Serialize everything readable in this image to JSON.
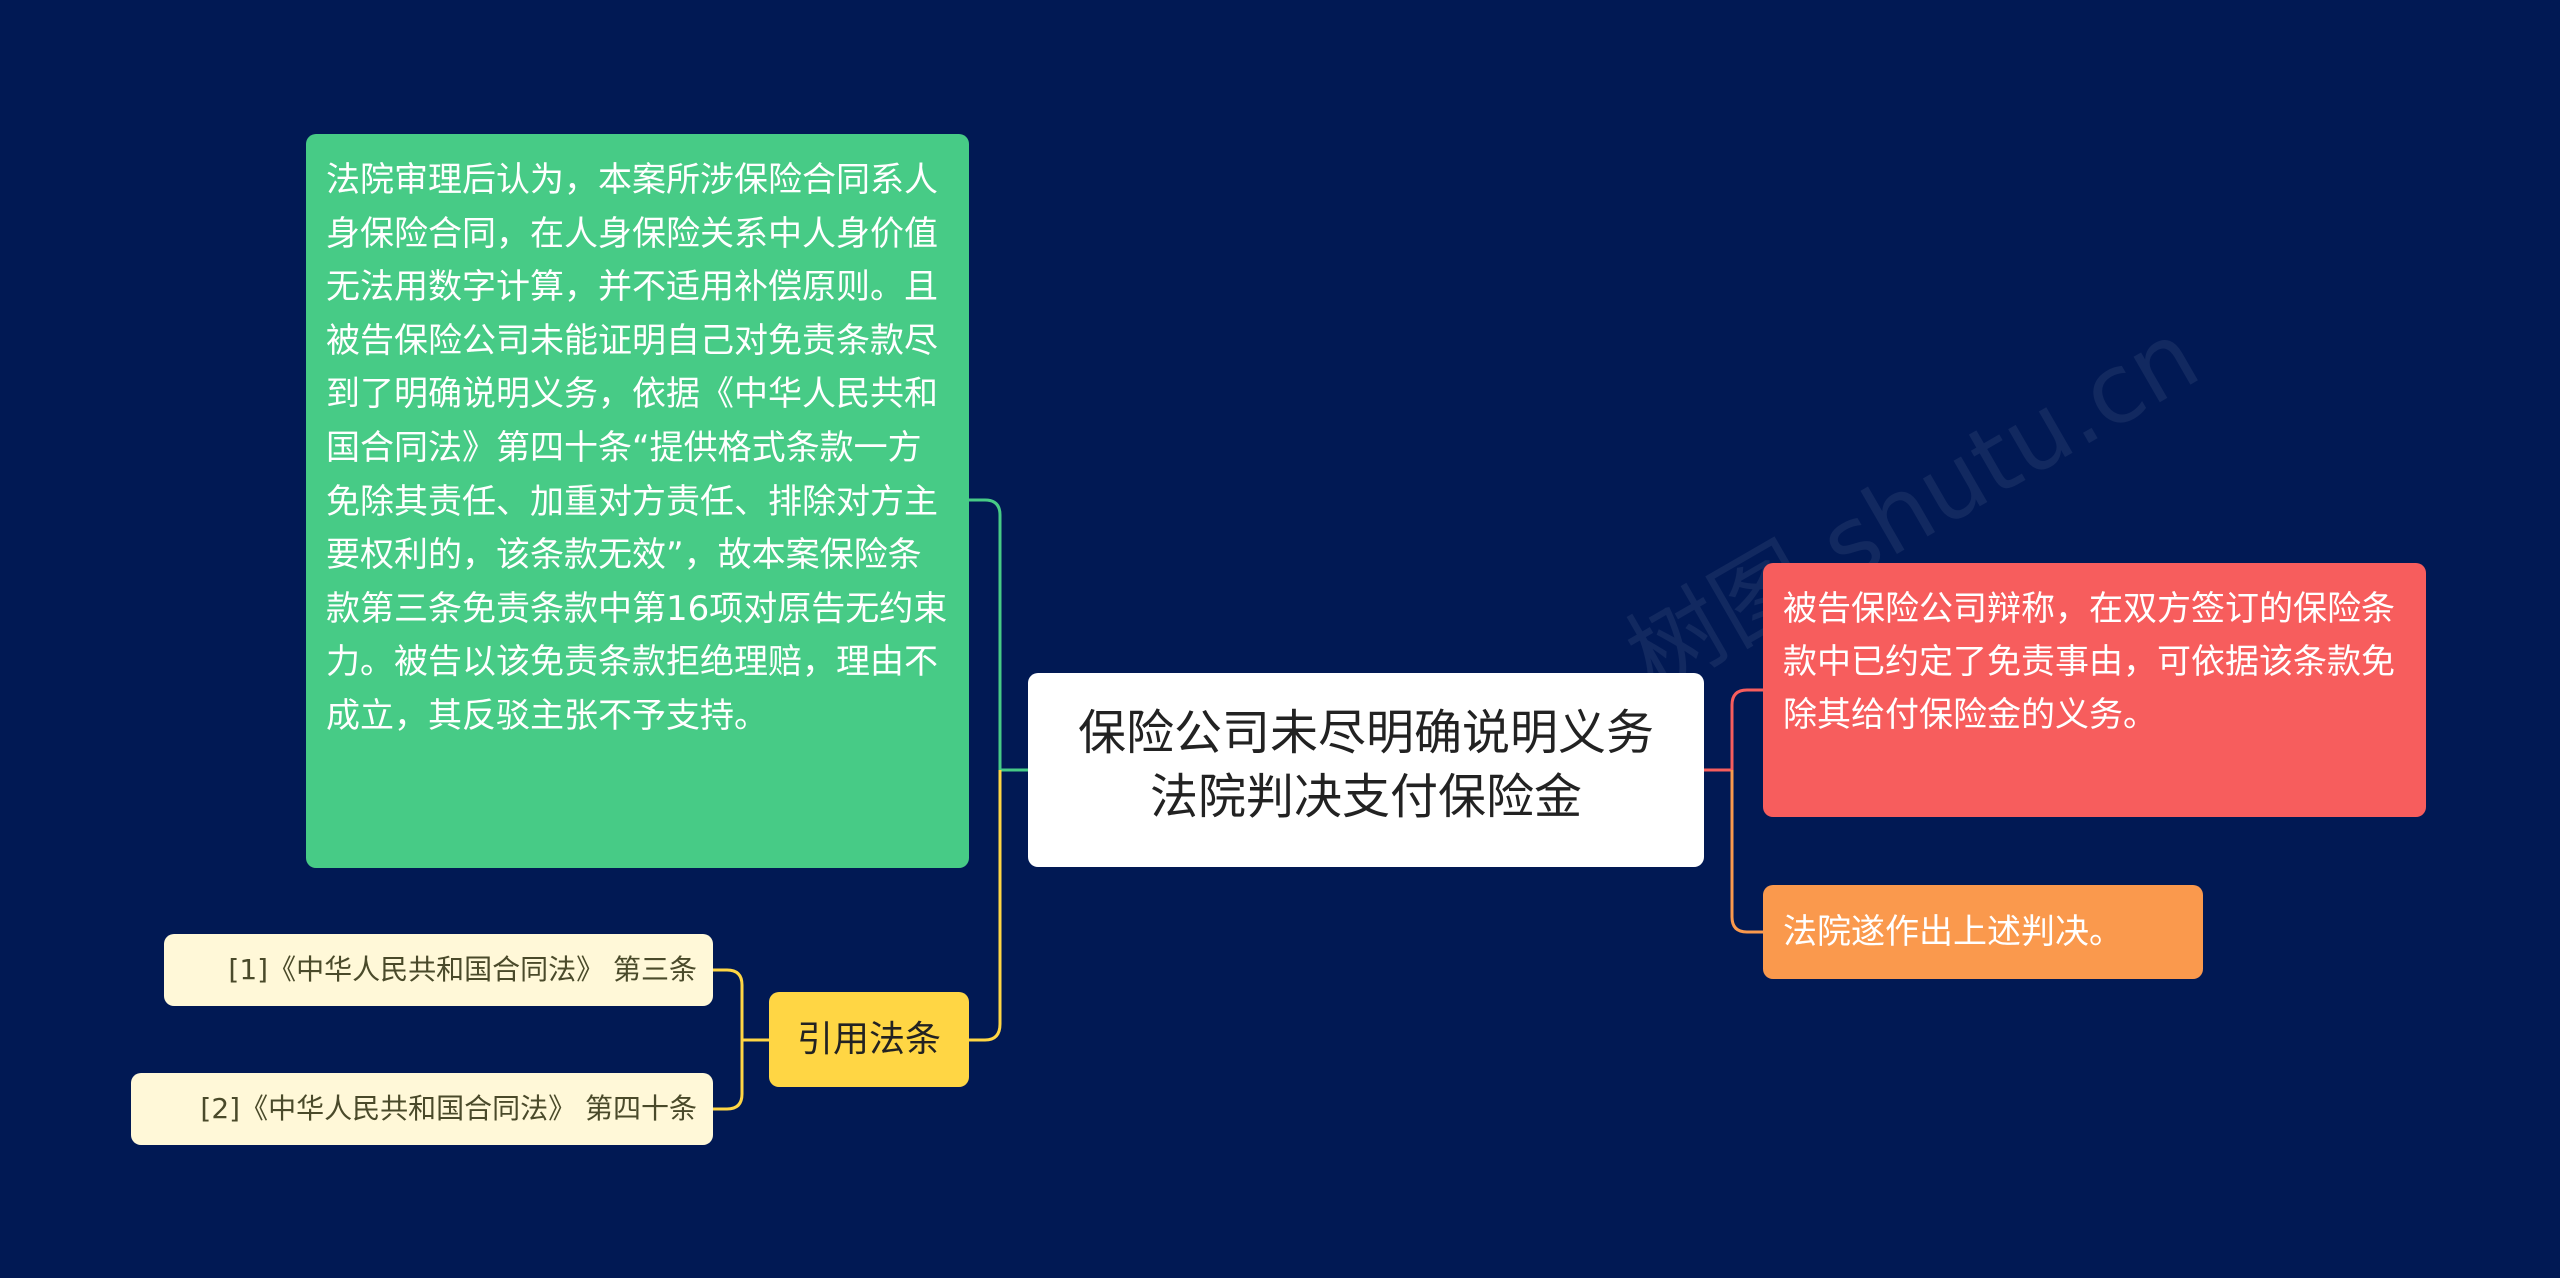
{
  "root": {
    "title": "保险公司未尽明确说明义务 法院判决支付保险金"
  },
  "left_branch": {
    "main_text": "法院审理后认为，本案所涉保险合同系人身保险合同，在人身保险关系中人身价值无法用数字计算，并不适用补偿原则。且被告保险公司未能证明自己对免责条款尽到了明确说明义务，依据《中华人民共和国合同法》第四十条“提供格式条款一方免除其责任、加重对方责任、排除对方主要权利的，该条款无效”，故本案保险条款第三条免责条款中第16项对原告无约束力。被告以该免责条款拒绝理赔，理由不成立，其反驳主张不予支持。",
    "citation_label": "引用法条",
    "citations": [
      "[1]《中华人民共和国合同法》 第三条",
      "[2]《中华人民共和国合同法》 第四十条"
    ]
  },
  "right_branch": {
    "items": [
      "被告保险公司辩称，在双方签订的保险条款中已约定了免责事由，可依据该条款免除其给付保险金的义务。",
      "法院遂作出上述判决。"
    ]
  },
  "watermark": {
    "text": "树图 shutu.cn"
  },
  "colors": {
    "background": "#011954",
    "root": "#ffffff",
    "green": "#47cb86",
    "red": "#f75d5d",
    "orange": "#fa994d",
    "yellow": "#ffd644",
    "leaf": "#fff8d8"
  }
}
